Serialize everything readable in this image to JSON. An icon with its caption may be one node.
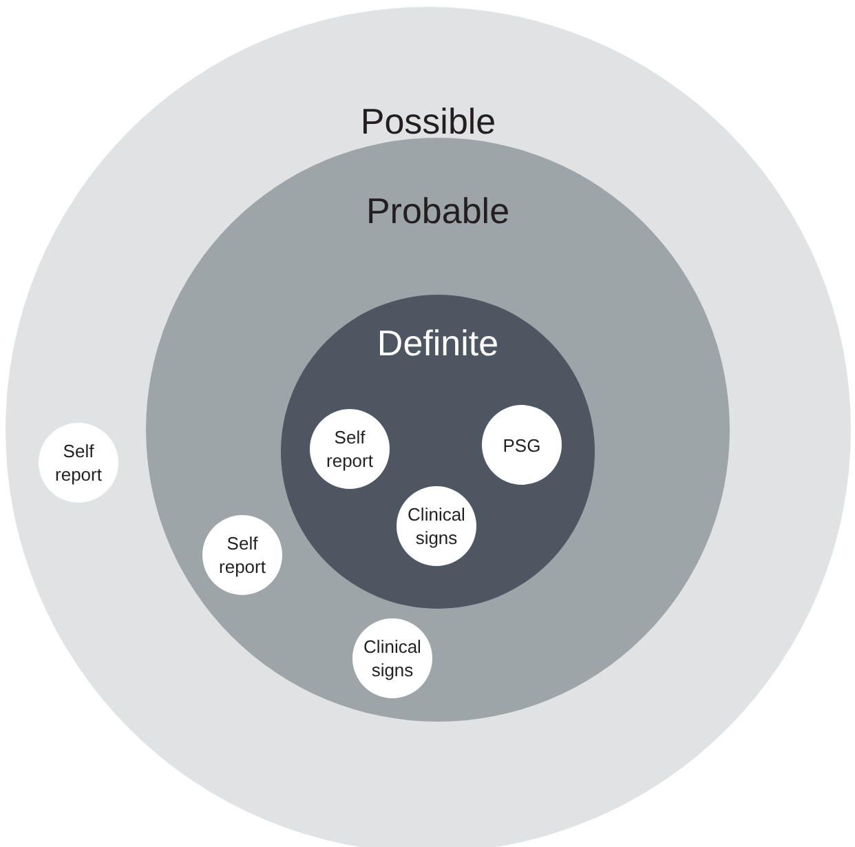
{
  "diagram": {
    "nodes": [
      {
        "text": [
          "Possible"
        ]
      },
      {
        "text": [
          "Probable"
        ],
        "in": 0
      },
      {
        "text": [
          "Definite"
        ],
        "in": 1
      },
      {
        "text": [
          "Self report"
        ],
        "in": 0
      },
      {
        "text": [
          "Self report"
        ],
        "in": 1
      },
      {
        "text": [
          "Clinical signs"
        ],
        "in": 1
      },
      {
        "text": [
          "Self report"
        ],
        "in": 2
      },
      {
        "text": [
          "PSG"
        ],
        "in": 2
      },
      {
        "text": [
          "Clinical signs"
        ],
        "in": 2
      }
    ]
  }
}
